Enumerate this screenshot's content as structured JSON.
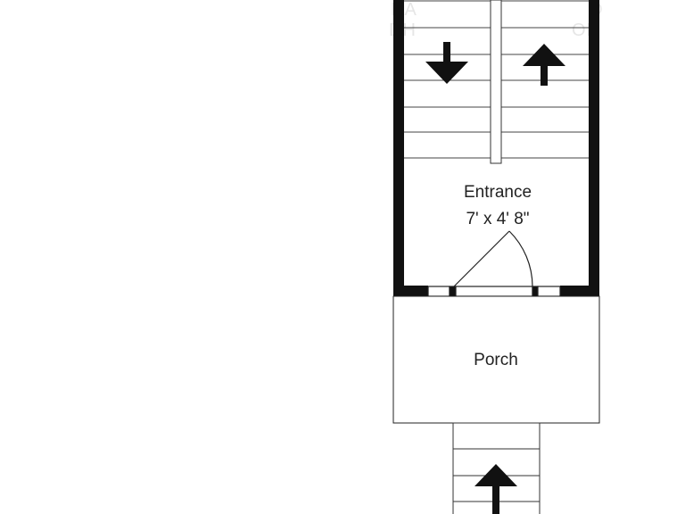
{
  "watermark": {
    "line1": "RA",
    "line1b": "O",
    "line2": "DH",
    "line2b": "ON"
  },
  "rooms": {
    "entrance": {
      "name": "Entrance",
      "dimensions": "7' x 4' 8\""
    },
    "porch": {
      "name": "Porch"
    }
  },
  "icons": {
    "stairs_down": "arrow-down",
    "stairs_up": "arrow-up",
    "front_steps_up": "arrow-up"
  },
  "colors": {
    "wall": "#111111",
    "line": "#222222",
    "background": "#ffffff"
  }
}
